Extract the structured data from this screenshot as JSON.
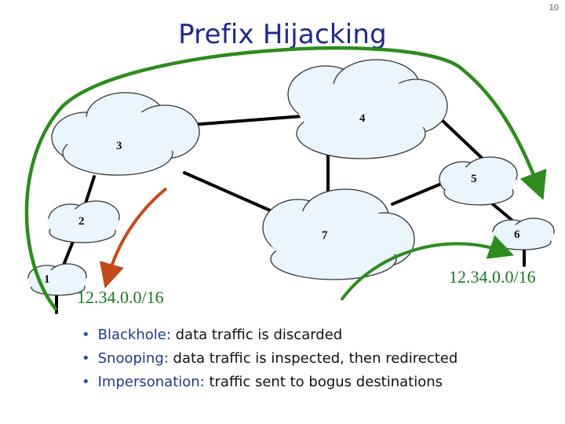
{
  "slide": {
    "number": "10",
    "title": "Prefix Hijacking"
  },
  "nodes": [
    {
      "id": "1",
      "label": "1"
    },
    {
      "id": "2",
      "label": "2"
    },
    {
      "id": "3",
      "label": "3"
    },
    {
      "id": "4",
      "label": "4"
    },
    {
      "id": "5",
      "label": "5"
    },
    {
      "id": "6",
      "label": "6"
    },
    {
      "id": "7",
      "label": "7"
    }
  ],
  "prefixes": {
    "hijacked": "12.34.0.0/16",
    "legitimate": "12.34.0.0/16"
  },
  "colors": {
    "title": "#1f2a8c",
    "prefix_text": "#1a7a20",
    "route_arrow_green": "#2e8b1e",
    "redirect_arrow_red": "#c24a1a",
    "cloud_fill": "#eaf6fc",
    "link": "#000000",
    "bullet_term": "#1f3a8c"
  },
  "bullets": [
    {
      "term": "Blackhole:",
      "text": " data traffic is discarded"
    },
    {
      "term": "Snooping:",
      "text": " data traffic is inspected, then redirected"
    },
    {
      "term": "Impersonation:",
      "text": " traffic sent to bogus destinations"
    }
  ]
}
